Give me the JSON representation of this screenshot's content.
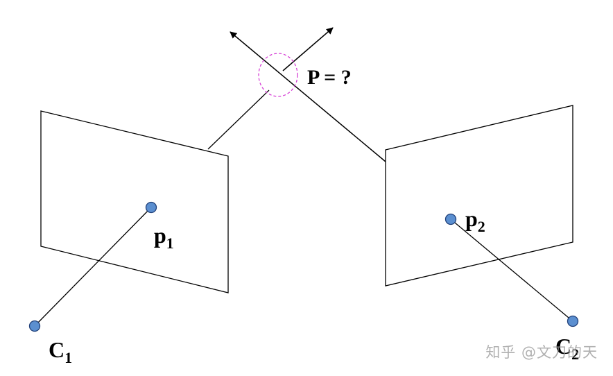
{
  "labels": {
    "point_question": "P = ?",
    "p1_main": "p",
    "p1_sub": "1",
    "p2_main": "p",
    "p2_sub": "2",
    "c1_main": "C",
    "c1_sub": "1",
    "c2_main": "C",
    "c2_sub": "2"
  },
  "watermark": "知乎 @文刀的天",
  "colors": {
    "stroke": "#000000",
    "point_fill": "#5b8fd0",
    "point_stroke": "#1f3f78",
    "circle": "#d63fd6"
  }
}
